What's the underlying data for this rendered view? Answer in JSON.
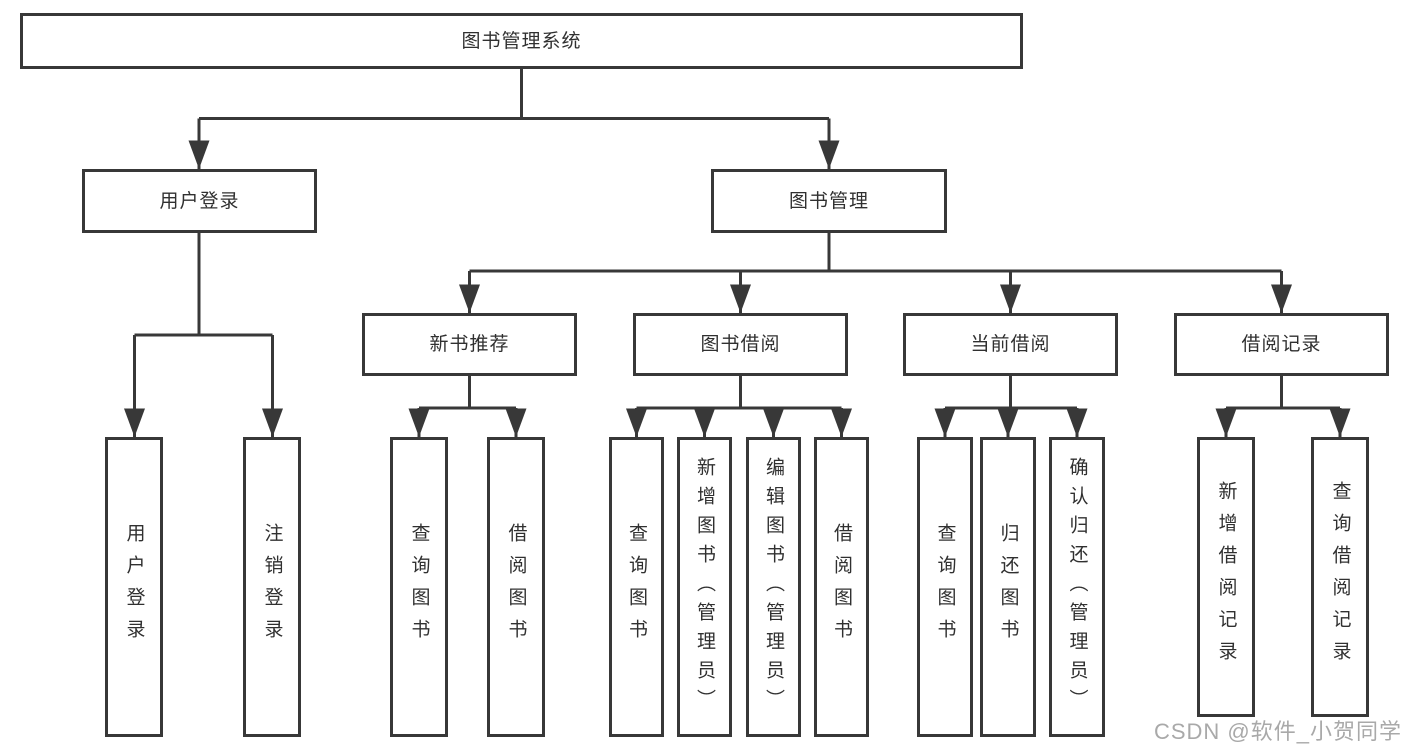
{
  "tree": {
    "root": {
      "label": "图书管理系统"
    },
    "level2": [
      {
        "label": "用户登录"
      },
      {
        "label": "图书管理"
      }
    ],
    "level3": [
      {
        "label": "新书推荐",
        "parent": "图书管理"
      },
      {
        "label": "图书借阅",
        "parent": "图书管理"
      },
      {
        "label": "当前借阅",
        "parent": "图书管理"
      },
      {
        "label": "借阅记录",
        "parent": "图书管理"
      }
    ],
    "leaves": [
      {
        "label": "用户登录",
        "parent": "用户登录"
      },
      {
        "label": "注销登录",
        "parent": "用户登录"
      },
      {
        "label": "查询图书",
        "parent": "新书推荐"
      },
      {
        "label": "借阅图书",
        "parent": "新书推荐"
      },
      {
        "label": "查询图书",
        "parent": "图书借阅"
      },
      {
        "label": "新增图书（管理员）",
        "parent": "图书借阅"
      },
      {
        "label": "编辑图书（管理员）",
        "parent": "图书借阅"
      },
      {
        "label": "借阅图书",
        "parent": "图书借阅"
      },
      {
        "label": "查询图书",
        "parent": "当前借阅"
      },
      {
        "label": "归还图书",
        "parent": "当前借阅"
      },
      {
        "label": "确认归还（管理员）",
        "parent": "当前借阅"
      },
      {
        "label": "新增借阅记录",
        "parent": "借阅记录"
      },
      {
        "label": "查询借阅记录",
        "parent": "借阅记录"
      }
    ]
  },
  "watermark": {
    "text": "CSDN @软件_小贺同学"
  },
  "colors": {
    "line": "#383838",
    "box_border": "#383838",
    "text": "#303030",
    "watermark": "#a9a9a9",
    "background": "#ffffff"
  }
}
